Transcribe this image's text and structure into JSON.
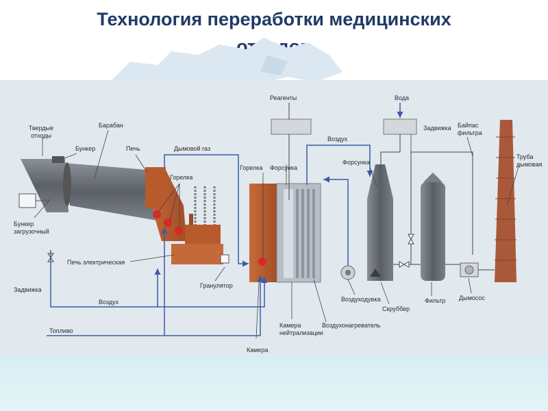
{
  "title": {
    "line1": "Технология переработки медицинских",
    "line2": "отходов"
  },
  "labels": {
    "solid_waste_1": "Твердые",
    "solid_waste_2": "отходы",
    "drum": "Барабан",
    "bunker": "Бункер",
    "furnace": "Печь",
    "flue_gas": "Дымовой газ",
    "burner_1": "Горелка",
    "burner_2": "Горелка",
    "reagents": "Реагенты",
    "nozzle_1": "Форсунка",
    "nozzle_2": "Форсунка",
    "air_top": "Воздух",
    "water": "Вода",
    "valve_top": "Задвижка",
    "bypass_1": "Байпас",
    "bypass_2": "фильтра",
    "chimney_1": "Труба",
    "chimney_2": "дымовая",
    "loading_bunker_1": "Бункер",
    "loading_bunker_2": "загрузочный",
    "electric_furnace": "Печь электрическая",
    "granulator": "Гранулятор",
    "valve_left": "Задвижка",
    "air_bottom": "Воздух",
    "fuel": "Топливо",
    "chamber": "Камера",
    "neutralization_1": "Камера",
    "neutralization_2": "нейтрализации",
    "air_heater": "Воздухонагреватель",
    "blower": "Воздуходувка",
    "scrubber": "Скруббер",
    "filter": "Фильтр",
    "exhauster": "Дымосос"
  },
  "colors": {
    "title": "#1f3a66",
    "brick": "#b85a2c",
    "steel": "#6b7078",
    "flow_arrow": "#3b5aa8",
    "panel": "#e1e8ee"
  }
}
